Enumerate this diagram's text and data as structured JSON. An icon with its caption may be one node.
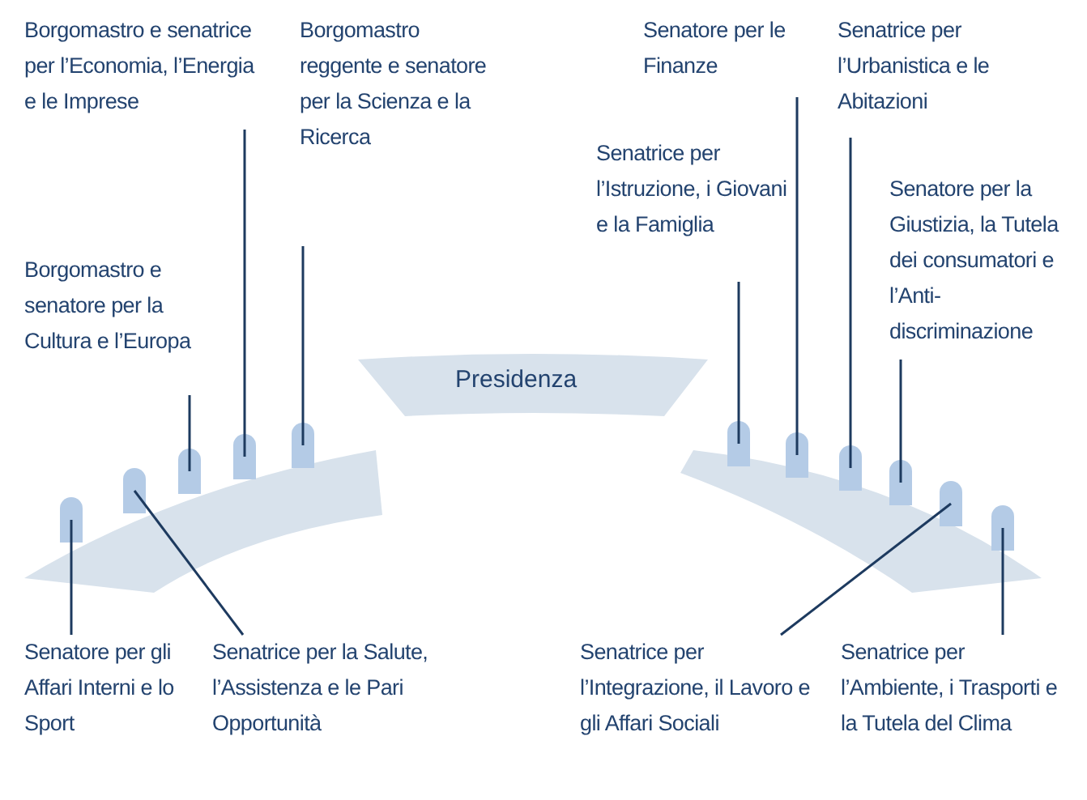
{
  "diagram": {
    "nodes": [
      {
        "text": [
          "Borgomastro e senatrice per l’Economia, l’Energia e le Imprese"
        ]
      },
      {
        "text": [
          "Borgomastro reggente e senatore per la Scienza e la Ricerca"
        ]
      },
      {
        "text": [
          "Senatore per le Finanze"
        ]
      },
      {
        "text": [
          "Senatrice per l’Urbanistica e le Abitazioni"
        ]
      },
      {
        "text": [
          "Senatrice per l’Istruzione, i Giovani e la Famiglia"
        ]
      },
      {
        "text": [
          "Senatore per la Giustizia, la Tutela dei consumatori e l’Anti-discriminazione"
        ]
      },
      {
        "text": [
          "Borgomastro e senatore per la Cultura e l’Europa"
        ]
      },
      {
        "text": [
          "Presidenza"
        ]
      },
      {
        "text": [
          "Senatore per gli Affari Interni e lo Sport"
        ]
      },
      {
        "text": [
          "Senatrice per la Salute, l’Assistenza e le Pari Opportunità"
        ]
      },
      {
        "text": [
          "Senatrice per l’Integrazione, il Lavoro e gli Affari Sociali"
        ]
      },
      {
        "text": [
          "Senatrice per l’Ambiente, i Trasporti e la Tutela del Clima"
        ]
      },
      {
        "text": [],
        "shape": "box"
      },
      {
        "text": [],
        "shape": "box"
      },
      {
        "text": [],
        "shape": "box"
      },
      {
        "text": [],
        "shape": "box"
      },
      {
        "text": [],
        "shape": "box"
      },
      {
        "text": [],
        "shape": "box"
      },
      {
        "text": [],
        "shape": "box"
      },
      {
        "text": [],
        "shape": "box"
      },
      {
        "text": [],
        "shape": "box"
      },
      {
        "text": [],
        "shape": "box"
      },
      {
        "text": [],
        "shape": "box"
      }
    ],
    "edges": [
      {
        "from": 0,
        "to": 15,
        "arrow": "none"
      },
      {
        "from": 1,
        "to": 16,
        "arrow": "none"
      },
      {
        "from": 2,
        "to": 18,
        "arrow": "none"
      },
      {
        "from": 3,
        "to": 19,
        "arrow": "none"
      },
      {
        "from": 4,
        "to": 17,
        "arrow": "none"
      },
      {
        "from": 5,
        "to": 20,
        "arrow": "none"
      },
      {
        "from": 6,
        "to": 14,
        "arrow": "none"
      },
      {
        "from": 8,
        "to": 12,
        "arrow": "none"
      },
      {
        "from": 9,
        "to": 13,
        "arrow": "none"
      },
      {
        "from": 10,
        "to": 21,
        "arrow": "none"
      },
      {
        "from": 11,
        "to": 22,
        "arrow": "none"
      }
    ]
  }
}
